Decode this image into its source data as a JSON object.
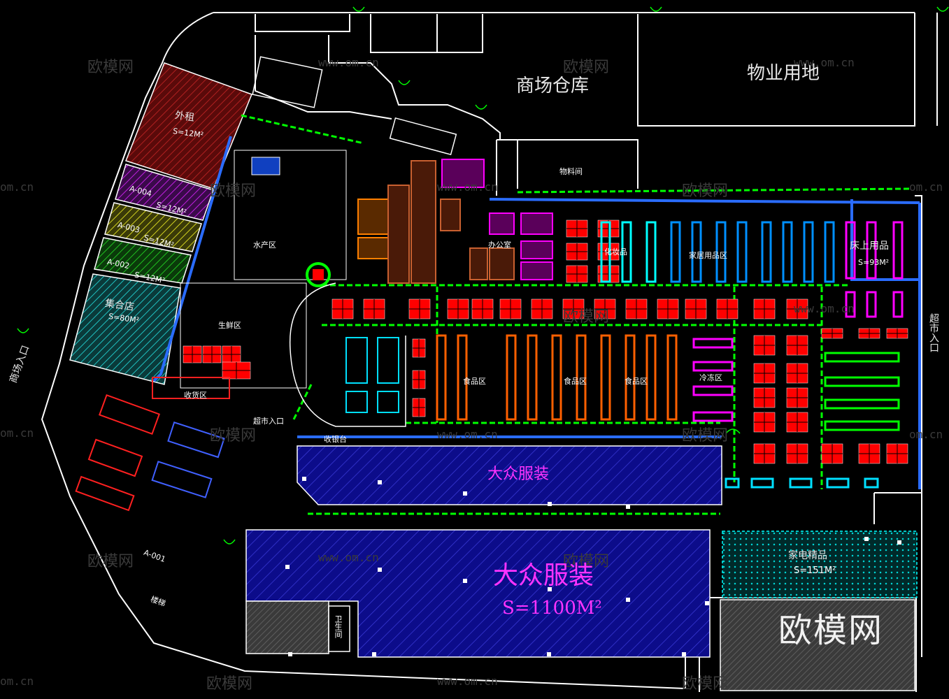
{
  "watermark": {
    "text": "欧模网",
    "url": "www.om.cn",
    "url_partial": "om.cn"
  },
  "logo": "欧模网",
  "labels": {
    "mall_warehouse": "商场仓库",
    "property_land": "物业用地",
    "outsourced": "外租",
    "outsourced_area": "S=12M²",
    "a004": "A-004",
    "a004_area": "S=12M²",
    "a003": "A-003",
    "a003_area": "S=12M²",
    "a002": "A-002",
    "a002_area": "S=12M²",
    "collective_shop": "集合店",
    "collective_shop_area": "S=80M²",
    "main_entrance": "商场入口",
    "bedding": "床上用品",
    "bedding_area": "S=93M²",
    "supermarket_entrance": "超市入口",
    "mass_clothing_upper": "大众服装",
    "mass_clothing_lower": "大众服装",
    "mass_clothing_area": "S=1100M²",
    "appliance": "家电精品",
    "appliance_area": "S=151M²",
    "food_zone_1": "食品区",
    "food_zone_2": "食品区",
    "food_zone_3": "食品区",
    "household_zone": "家居用品区",
    "fresh_zone": "生鲜区",
    "supermarket_entry": "超市入口",
    "receiving": "收货区",
    "goods_room": "物料间",
    "cosmetics": "化妆品",
    "frozen": "冷冻区",
    "cashier": "收银台",
    "aquatic": "水产区",
    "office": "办公室",
    "a001": "A-001",
    "stair": "楼梯",
    "restroom": "卫生间"
  },
  "colors": {
    "background": "#000000",
    "wall": "#ffffff",
    "green": "#00ff00",
    "blue": "#0080ff",
    "red": "#ff0000",
    "magenta": "#ff00ff",
    "orange": "#ff8000",
    "cyan": "#00ffff",
    "yellow": "#ffff00",
    "navy": "#1010a0",
    "brown": "#8b4513",
    "gray": "#606060"
  }
}
